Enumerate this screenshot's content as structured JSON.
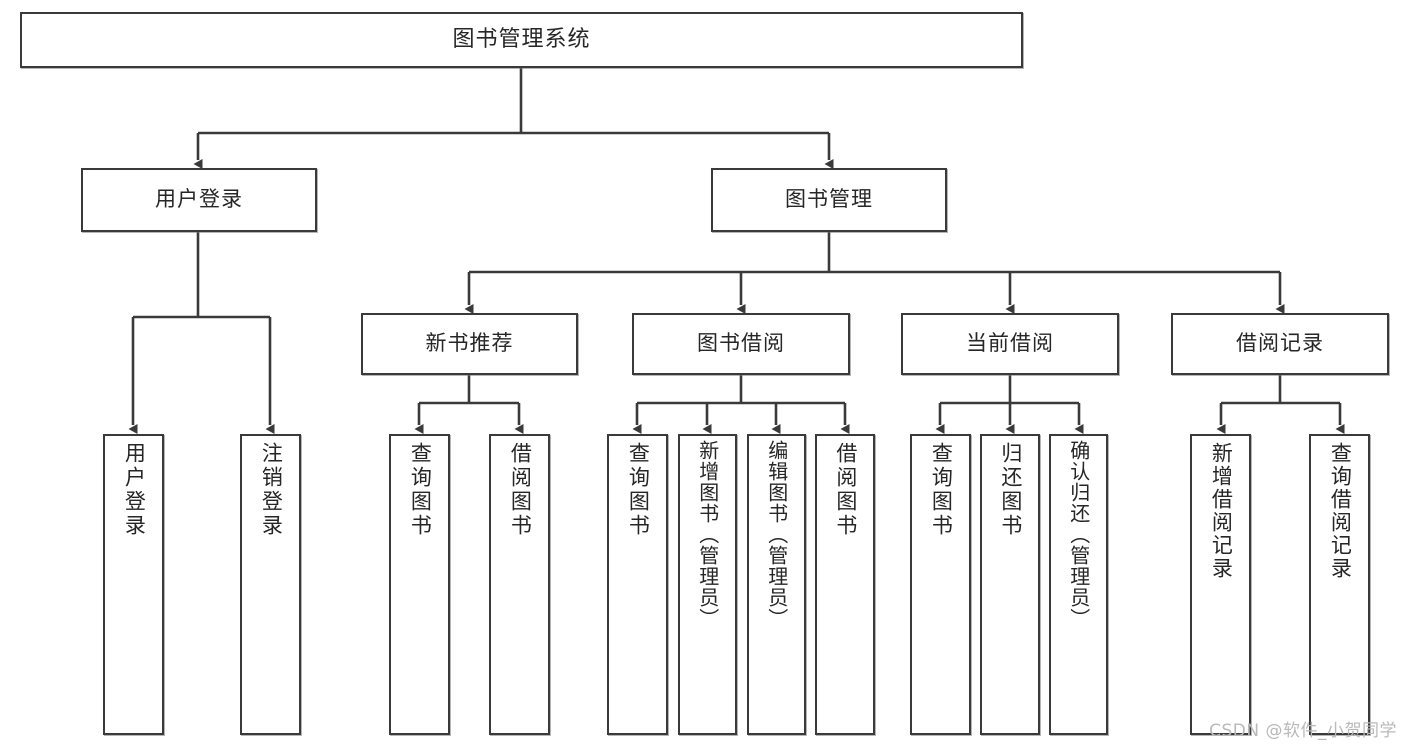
{
  "diagram": {
    "title": "图书管理系统",
    "type": "tree-hierarchy-chart",
    "stroke_color": "#3a3a3a",
    "background_color": "#ffffff",
    "text_color": "#262626",
    "watermark": "CSDN @软件_小贺同学"
  },
  "nodes": {
    "root": {
      "label": "图书管理系统"
    },
    "level2": [
      {
        "label": "用户登录"
      },
      {
        "label": "图书管理"
      }
    ],
    "level3": [
      {
        "label": "新书推荐"
      },
      {
        "label": "图书借阅"
      },
      {
        "label": "当前借阅"
      },
      {
        "label": "借阅记录"
      }
    ],
    "leaves": {
      "user_login": [
        {
          "label": "用户登录"
        },
        {
          "label": "注销登录"
        }
      ],
      "new_book_recommend": [
        {
          "label": "查询图书"
        },
        {
          "label": "借阅图书"
        }
      ],
      "book_borrow": [
        {
          "label": "查询图书"
        },
        {
          "label": "新增图书（管理员）"
        },
        {
          "label": "编辑图书（管理员）"
        },
        {
          "label": "借阅图书"
        }
      ],
      "current_borrow": [
        {
          "label": "查询图书"
        },
        {
          "label": "归还图书"
        },
        {
          "label": "确认归还（管理员）"
        }
      ],
      "borrow_record": [
        {
          "label": "新增借阅记录"
        },
        {
          "label": "查询借阅记录"
        }
      ]
    }
  }
}
